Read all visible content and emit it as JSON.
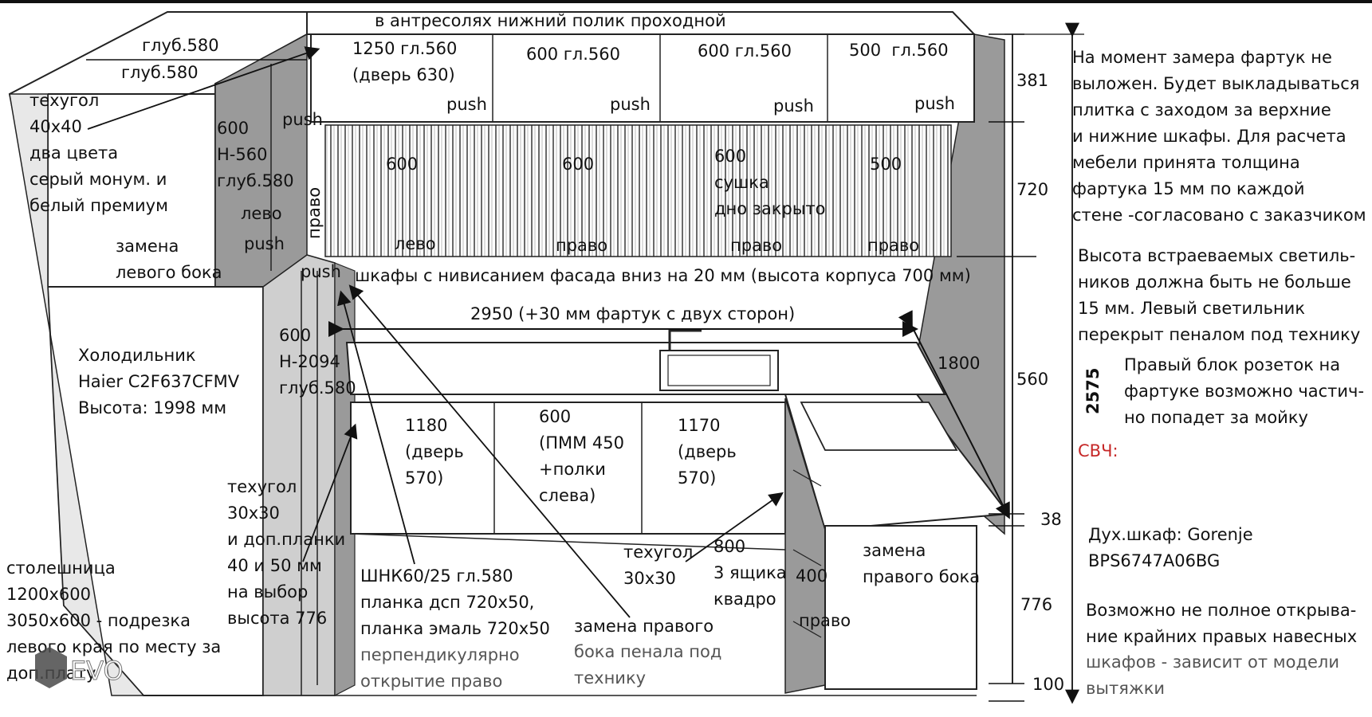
{
  "labels": {
    "mezzanine_note": "в антресолях нижний полик проходной",
    "depth_580_a": "глуб.580",
    "depth_580_b": "глуб.580",
    "upper_1": "1250 гл.560\n(дверь 630)",
    "upper_2": "600 гл.560",
    "upper_3": "600 гл.560",
    "upper_4": "500  гл.560",
    "push_1": "push",
    "push_2": "push",
    "push_3": "push",
    "push_4": "push",
    "push_5": "push",
    "push_6": "push",
    "push_7": "push",
    "corner_trim": "техугол\n40х40\nдва цвета\nсерый монум. и\nбелый премиум",
    "mid_tall_cab": "600\nН-560\nглуб.580",
    "levo_1": "лево",
    "pravo_vertical": "право",
    "replace_left_side": "замена\nлевого бока",
    "apron_1": "600",
    "apron_2": "600",
    "apron_3": "600\nсушка\nдно закрыто",
    "apron_4": "500",
    "levo_2": "лево",
    "pravo_1": "право",
    "pravo_2": "право",
    "pravo_3": "право",
    "facade_note": "шкафы с нивисанием фасада вниз на 20 мм (высота корпуса 700 мм)",
    "width_2950": "2950 (+30 мм фартук с двух сторон)",
    "tall_cab": "600\nН-2094\nглуб.580",
    "fridge": "Холодильник\nHaier C2F637CFMV\nВысота: 1998 мм",
    "side_1800": "1800",
    "base_1": "1180\n(дверь\n570)",
    "base_2": "600\n(ПММ 450\n+полки\nслева)",
    "base_3": "1170\n(дверь\n570)",
    "corner_trim_2": "техугол\n30х30\nи доп.планки\n40 и 50 мм\nна выбор\nвысота 776",
    "countertop": "столешница\n1200х600\n3050х600 - подрезка\nлевого края по месту за\nдоп.плату",
    "shnk": "ШНК60/25 гл.580\nпланка дсп 720х50,\nпланка эмаль 720х50",
    "shnk_grey": "перпендикулярно\nоткрытие право",
    "corner_trim_3": "техугол\n30х30",
    "drawers": "800\n3 ящика\nквадро",
    "n400": "400",
    "pravo_4": "право",
    "replace_right_penal": "замена правого",
    "replace_right_penal_grey": "бока пенала под\nтехнику",
    "replace_right_side": "замена\nправого бока",
    "dim_381": "381",
    "dim_720": "720",
    "dim_560": "560",
    "dim_38": "38",
    "dim_776": "776",
    "dim_100": "100",
    "dim_2575": "2575",
    "note_apron": "На момент замера фартук не\nвыложен. Будет выкладываться\nплитка с заходом за верхние\nи нижние шкафы. Для расчета\nмебели принята толщина\nфартука 15 мм по каждой\nстене -согласовано с заказчиком",
    "note_lights": "Высота встраеваемых светиль-\nников должна быть не больше\n15 мм. Левый светильник\nперекрыт пеналом под технику",
    "note_sockets": "Правый блок розеток на\nфартуке возможно частич-\nно попадет за мойку",
    "microwave": "СВЧ:",
    "oven": "Дух.шкаф: Gorenje\nBPS6747A06BG",
    "note_doors": "Возможно не полное открыва-\nние крайних правых навесных",
    "note_doors_grey": "шкафов - зависит от модели\nвытяжки",
    "logo_text": "EVO"
  },
  "colors": {
    "line": "#222222",
    "panel_grey": "#9a9a9a",
    "panel_light": "#d6d6d6",
    "red": "#c62828",
    "grey_text": "#555555"
  }
}
